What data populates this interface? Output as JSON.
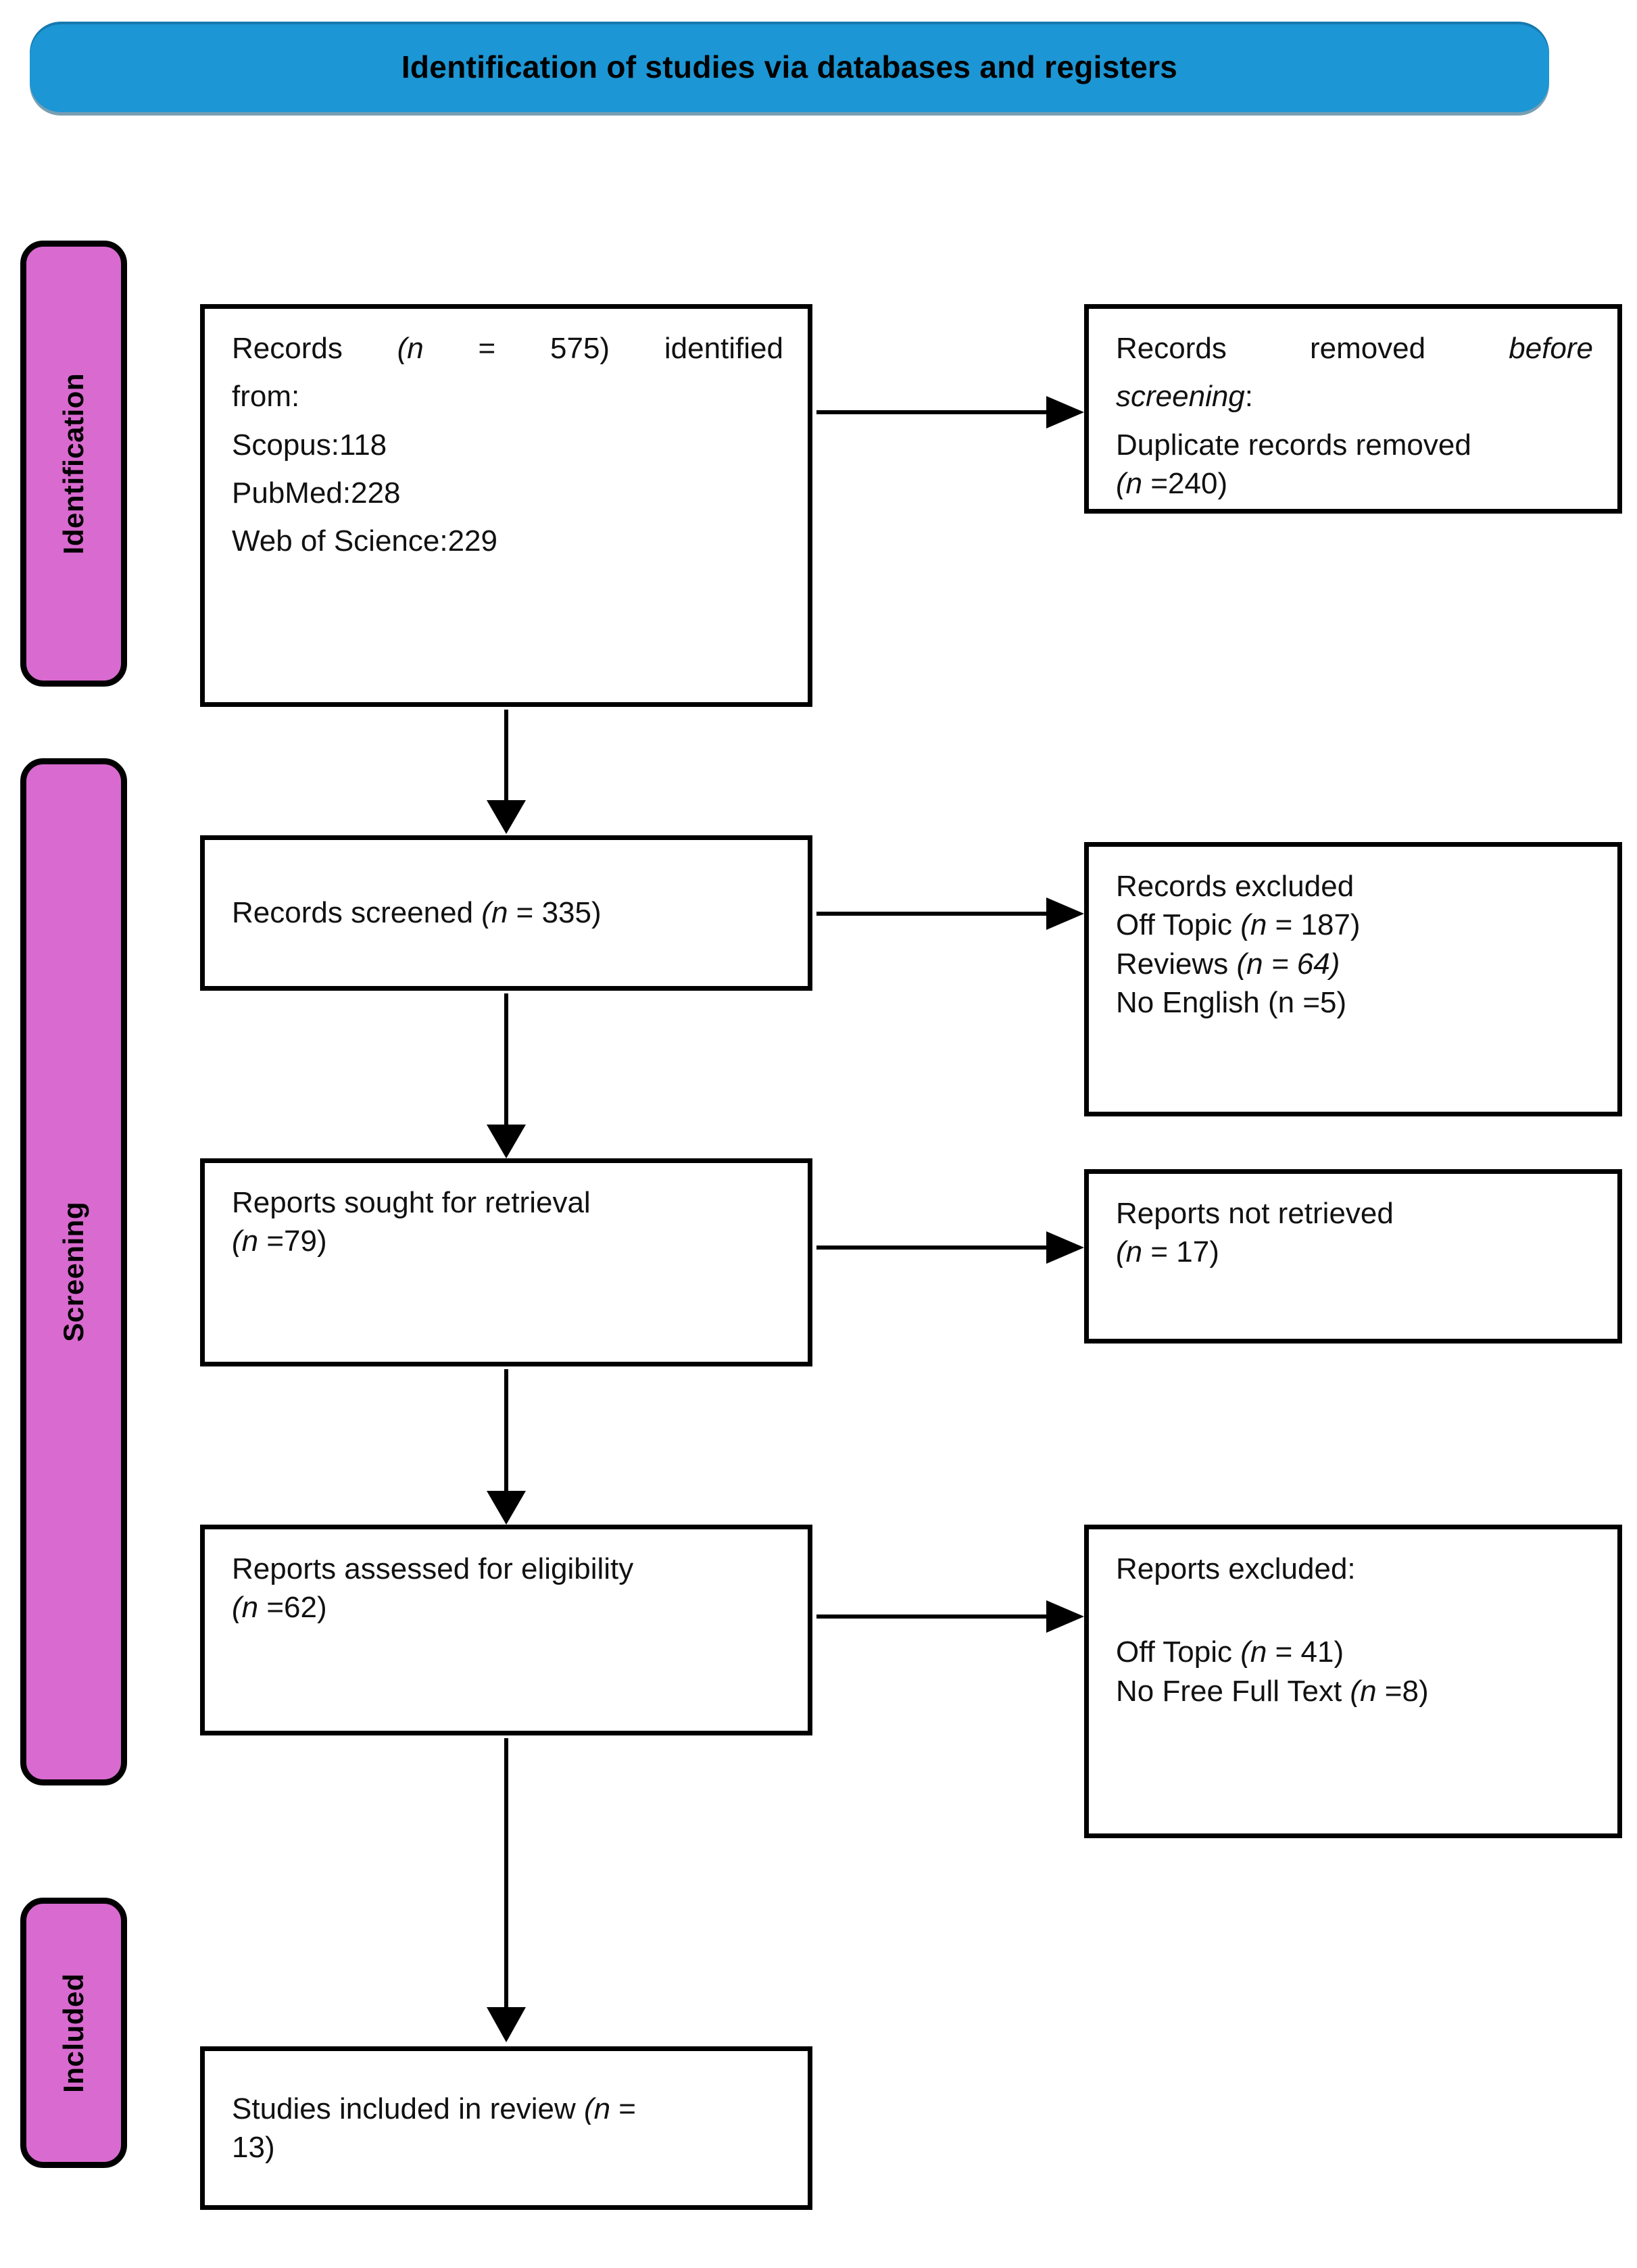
{
  "banner": {
    "title": "Identification of studies via databases and registers",
    "color": "#1c96d4"
  },
  "phases": {
    "color": "#d96ad0",
    "identification": "Identification",
    "screening": "Screening",
    "included": "Included"
  },
  "boxes": {
    "identified": {
      "line1_a": "Records ",
      "line1_n": "(n",
      "line1_b": " = 575) identified",
      "line2": "from:",
      "line3": "Scopus:118",
      "line4": "PubMed:228",
      "line5": "Web of Science:229"
    },
    "removed": {
      "line1_a": "Records removed ",
      "line1_it": "before",
      "line2_it": "screening",
      "line2_b": ":",
      "line3": "Duplicate records removed",
      "line4_n": "(n",
      "line4_b": " =240)"
    },
    "screened": {
      "line1_a": "Records screened ",
      "line1_n": "(n",
      "line1_b": " = 335)"
    },
    "excluded_screening": {
      "line1": "Records excluded",
      "line2_a": "Off Topic ",
      "line2_n": "(n",
      "line2_b": " = 187)",
      "line3_a": "Reviews ",
      "line3_n": "(n",
      "line3_b": " = 64)",
      "line4": "No English (n =5)"
    },
    "sought": {
      "line1": "Reports sought for retrieval",
      "line2_n": "(n",
      "line2_b": " =79)"
    },
    "not_retrieved": {
      "line1": "Reports not retrieved",
      "line2_n": "(n",
      "line2_b": " = 17)"
    },
    "assessed": {
      "line1": "Reports assessed for eligibility",
      "line2_n": "(n",
      "line2_b": " =62)"
    },
    "excluded_reports": {
      "line1": "Reports excluded:",
      "line2_a": "Off Topic ",
      "line2_n": "(n",
      "line2_b": " = 41)",
      "line3_a": "No Free Full Text ",
      "line3_n": "(n",
      "line3_b": " =8)"
    },
    "included": {
      "line1_a": "Studies included in review ",
      "line1_n": "(n",
      "line1_b": " =",
      "line2": "13)"
    }
  },
  "chart_data": {
    "type": "diagram",
    "title": "Identification of studies via databases and registers",
    "flow": [
      {
        "stage": "Identification",
        "label": "Records identified from databases",
        "n": 575,
        "sources": [
          {
            "name": "Scopus",
            "n": 118
          },
          {
            "name": "PubMed",
            "n": 228
          },
          {
            "name": "Web of Science",
            "n": 229
          }
        ]
      },
      {
        "stage": "Identification",
        "label": "Duplicate records removed before screening",
        "n": 240
      },
      {
        "stage": "Screening",
        "label": "Records screened",
        "n": 335
      },
      {
        "stage": "Screening",
        "label": "Records excluded",
        "reasons": [
          {
            "name": "Off Topic",
            "n": 187
          },
          {
            "name": "Reviews",
            "n": 64
          },
          {
            "name": "No English",
            "n": 5
          }
        ]
      },
      {
        "stage": "Screening",
        "label": "Reports sought for retrieval",
        "n": 79
      },
      {
        "stage": "Screening",
        "label": "Reports not retrieved",
        "n": 17
      },
      {
        "stage": "Screening",
        "label": "Reports assessed for eligibility",
        "n": 62
      },
      {
        "stage": "Screening",
        "label": "Reports excluded",
        "reasons": [
          {
            "name": "Off Topic",
            "n": 41
          },
          {
            "name": "No Free Full Text",
            "n": 8
          }
        ]
      },
      {
        "stage": "Included",
        "label": "Studies included in review",
        "n": 13
      }
    ]
  }
}
